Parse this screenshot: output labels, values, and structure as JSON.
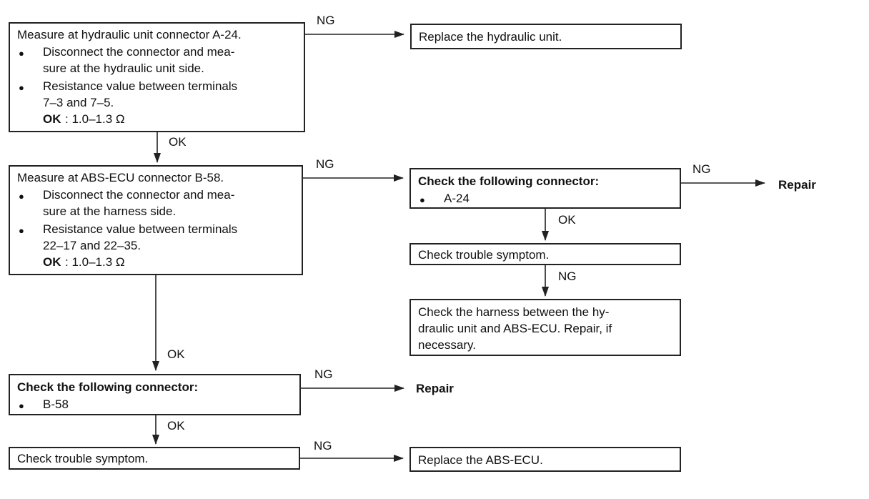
{
  "box1": {
    "title": "Measure at hydraulic unit connector A-24.",
    "b1_l1": "Disconnect the connector and mea-",
    "b1_l2": "sure at the hydraulic unit side.",
    "b2_l1": "Resistance value between terminals",
    "b2_l2": "7–3 and 7–5.",
    "ok_key": "OK",
    "ok_val": ": 1.0–1.3 Ω"
  },
  "box2": {
    "text": "Replace the hydraulic unit."
  },
  "box3": {
    "title": "Measure at ABS-ECU connector  B-58.",
    "b1_l1": "Disconnect the connector and mea-",
    "b1_l2": "sure at the harness side.",
    "b2_l1": "Resistance value between terminals",
    "b2_l2": "22–17 and 22–35.",
    "ok_key": "OK",
    "ok_val": ": 1.0–1.3 Ω"
  },
  "box4": {
    "title": "Check the following connector:",
    "item": "A-24"
  },
  "box5": {
    "text": "Check trouble symptom."
  },
  "box6": {
    "l1": "Check the harness between the hy-",
    "l2": "draulic unit and ABS-ECU. Repair, if",
    "l3": "necessary."
  },
  "box7": {
    "title": "Check the following connector:",
    "item": "B-58"
  },
  "box8": {
    "text": "Check trouble symptom."
  },
  "box9": {
    "text": "Replace the ABS-ECU."
  },
  "labels": {
    "ng1": "NG",
    "ok1": "OK",
    "ng2": "NG",
    "ng3": "NG",
    "repair1": "Repair",
    "ok2": "OK",
    "ng4": "NG",
    "ok3": "OK",
    "ng5": "NG",
    "repair2": "Repair",
    "ok4": "OK",
    "ng6": "NG"
  },
  "bullet_glyph": "●"
}
